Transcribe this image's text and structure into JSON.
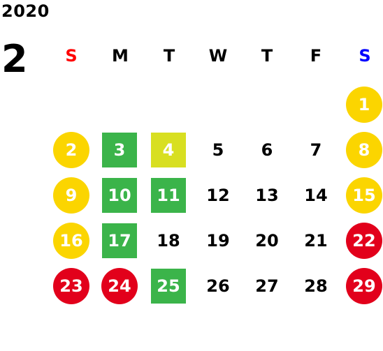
{
  "calendar": {
    "year": "2020",
    "month": "2",
    "weekdays": [
      {
        "label": "S",
        "color": "#ff0000"
      },
      {
        "label": "M",
        "color": "#000000"
      },
      {
        "label": "T",
        "color": "#000000"
      },
      {
        "label": "W",
        "color": "#000000"
      },
      {
        "label": "T",
        "color": "#000000"
      },
      {
        "label": "F",
        "color": "#000000"
      },
      {
        "label": "S",
        "color": "#0000ff"
      }
    ],
    "days": [
      {
        "label": "1",
        "marker": "yellow-circle"
      },
      {
        "label": "2",
        "marker": "yellow-circle"
      },
      {
        "label": "3",
        "marker": "green-square"
      },
      {
        "label": "4",
        "marker": "lime-square"
      },
      {
        "label": "5",
        "marker": "none"
      },
      {
        "label": "6",
        "marker": "none"
      },
      {
        "label": "7",
        "marker": "none"
      },
      {
        "label": "8",
        "marker": "yellow-circle"
      },
      {
        "label": "9",
        "marker": "yellow-circle"
      },
      {
        "label": "10",
        "marker": "green-square"
      },
      {
        "label": "11",
        "marker": "green-square"
      },
      {
        "label": "12",
        "marker": "none"
      },
      {
        "label": "13",
        "marker": "none"
      },
      {
        "label": "14",
        "marker": "none"
      },
      {
        "label": "15",
        "marker": "yellow-circle"
      },
      {
        "label": "16",
        "marker": "yellow-circle"
      },
      {
        "label": "17",
        "marker": "green-square"
      },
      {
        "label": "18",
        "marker": "none"
      },
      {
        "label": "19",
        "marker": "none"
      },
      {
        "label": "20",
        "marker": "none"
      },
      {
        "label": "21",
        "marker": "none"
      },
      {
        "label": "22",
        "marker": "red-circle"
      },
      {
        "label": "23",
        "marker": "red-circle"
      },
      {
        "label": "24",
        "marker": "red-circle"
      },
      {
        "label": "25",
        "marker": "green-square"
      },
      {
        "label": "26",
        "marker": "none"
      },
      {
        "label": "27",
        "marker": "none"
      },
      {
        "label": "28",
        "marker": "none"
      },
      {
        "label": "29",
        "marker": "red-circle"
      }
    ],
    "first_weekday_index": 6
  },
  "colors": {
    "yellow": "#fbd500",
    "green": "#3bb44a",
    "lime": "#d8df21",
    "red": "#e2001b"
  }
}
